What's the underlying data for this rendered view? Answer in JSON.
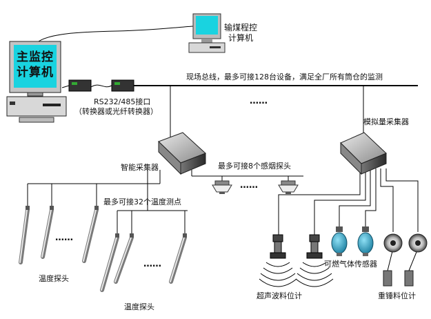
{
  "labels": {
    "coal_pc": "输煤程控\n计算机",
    "main_pc_screen": "主监控\n计算机",
    "bus": "现场总线，最多可接128台设备，满足全厂所有筒仓的监测",
    "converter": "RS232/485接口\n（转换器或光纤转换器）",
    "smart_collector": "智能采集器",
    "analog_collector": "模拟量采集器",
    "smoke_max": "最多可接8个感烟探头",
    "temp_max": "最多可接32个温度测点",
    "temp_probe_1": "温度探头",
    "temp_probe_2": "温度探头",
    "ultrasonic": "超声波料位计",
    "gas_sensor": "可燃气体传感器",
    "hammer": "重锤料位计",
    "ellipsis_bus": "……",
    "ellipsis_smoke": "……",
    "ellipsis_temp1": "……",
    "ellipsis_temp2": "……"
  },
  "colors": {
    "screen": "#19d3e0",
    "case": "#d8d8d8",
    "collector": "#555555",
    "gas": "#2a9fc0",
    "line": "#000000"
  }
}
